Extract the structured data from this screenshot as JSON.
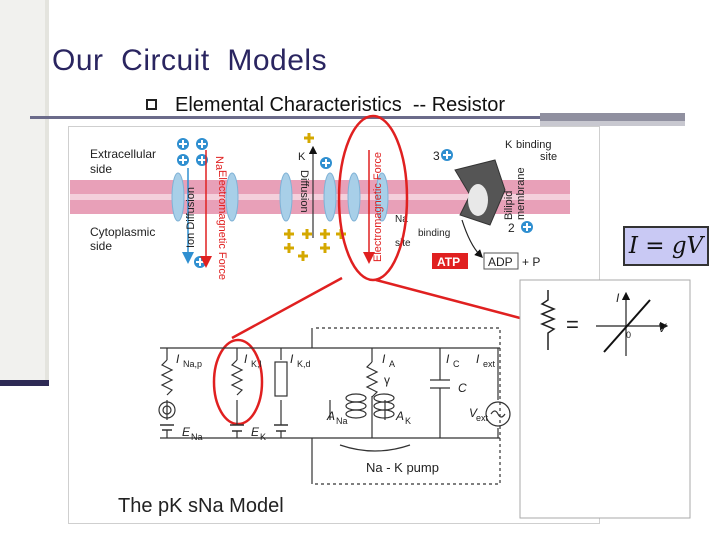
{
  "slide": {
    "title": "Our  Circuit  Models",
    "bullet": "Elemental Characteristics  -- Resistor",
    "formula": "I = gV"
  },
  "membrane": {
    "extracellular_side": [
      "Extracellular",
      "side"
    ],
    "cytoplasmic_side": [
      "Cytoplasmic",
      "side"
    ],
    "na_ion": "Na",
    "k_ion": "K",
    "ion_diffusion": "Ion Diffusion",
    "na_em_force": "Electromagnetic Force",
    "k_diffusion": "Diffusion",
    "k_em_force": "Electromagnetic Force",
    "k_binding_site": [
      "K",
      "binding",
      "site"
    ],
    "na_binding_site": [
      "Na",
      "binding",
      "site"
    ],
    "bilipid_membrane": [
      "Bilipid",
      "membrane"
    ],
    "count_3": "3",
    "count_2": "2",
    "atp": "ATP",
    "adp": "ADP",
    "pi": "+ P",
    "colors": {
      "membrane": "#e8a0b8",
      "channel": "#a8cfe8",
      "na": "#2f8fd0",
      "k": "#f0d020",
      "highlight": "#e02020"
    }
  },
  "circuit": {
    "i_na_p": "I",
    "i_na_p_sub": "Na,p",
    "i_k_lower": "I",
    "i_k_lower_sub": "K,l",
    "i_k_d": "I",
    "i_k_d_sub": "K,d",
    "i_a": "I",
    "i_a_sub": "A",
    "gamma": "γ",
    "i_c": "I",
    "i_c_sub": "C",
    "i_ext": "I",
    "i_ext_sub": "ext",
    "cap": "C",
    "v_ext": "V",
    "v_ext_sub": "ext",
    "a_na": "A",
    "a_na_sub": "Na",
    "a_k": "A",
    "a_k_sub": "K",
    "e_na": "E",
    "e_na_sub": "Na",
    "e_k": "E",
    "e_k_sub": "K",
    "pump": "Na  - K  pump",
    "model_name": "The pK  sNa   Model"
  },
  "iv_graph": {
    "axis_i": "I",
    "axis_v": "V",
    "origin": "0",
    "equals": "="
  }
}
